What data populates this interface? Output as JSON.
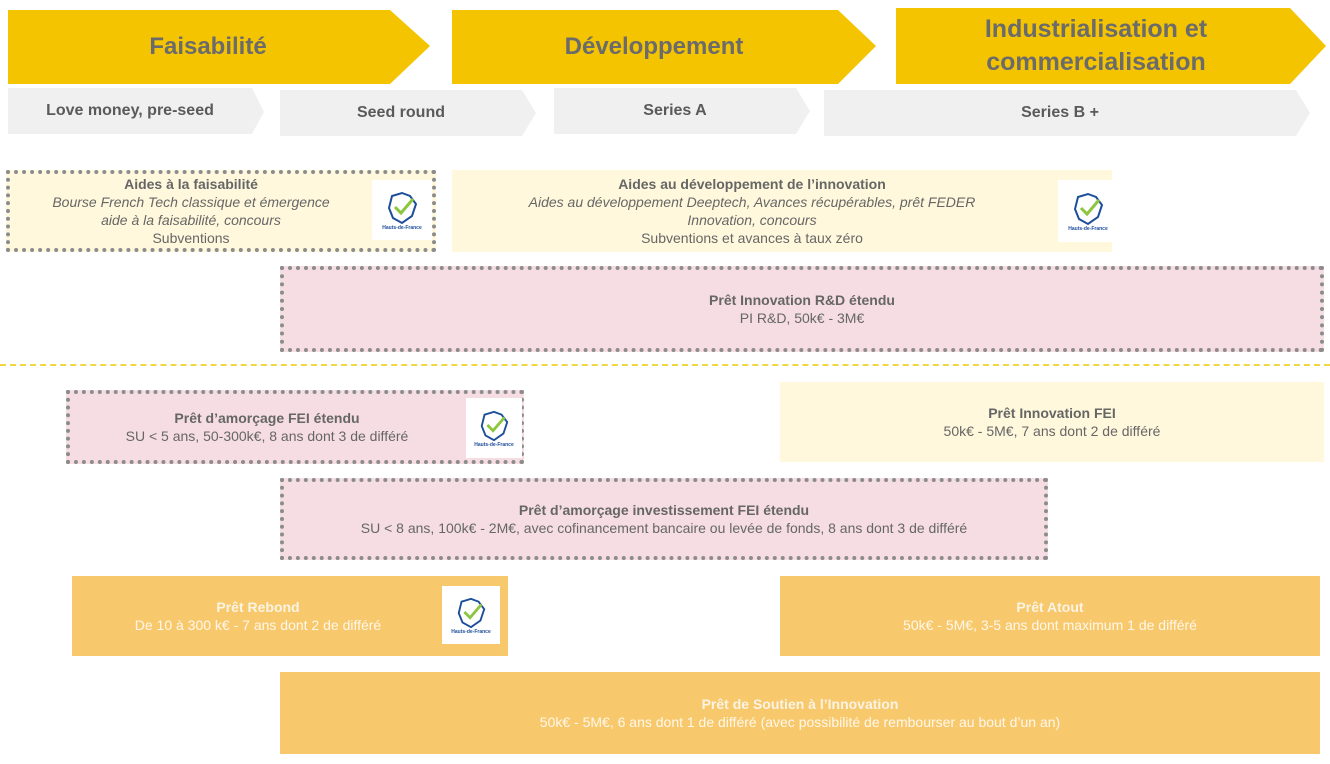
{
  "stages": [
    {
      "label": "Faisabilité"
    },
    {
      "label": "Développement"
    },
    {
      "label": "Industrialisation et commercialisation"
    }
  ],
  "rounds": [
    {
      "label": "Love money, pre-seed"
    },
    {
      "label": "Seed round"
    },
    {
      "label": "Series A"
    },
    {
      "label": "Series B +"
    }
  ],
  "boxes": {
    "aides_faisabilite": {
      "title": "Aides à la faisabilité",
      "lines": [
        "Bourse French Tech classique et émergence",
        "aide à la faisabilité, concours",
        "Subventions"
      ]
    },
    "aides_developpement": {
      "title": "Aides au développement de l’innovation",
      "lines": [
        "Aides au développement Deeptech, Avances récupérables, prêt FEDER",
        "Innovation, concours",
        "Subventions et avances à taux zéro"
      ]
    },
    "pret_innovation_rd": {
      "title": "Prêt Innovation R&D étendu",
      "lines": [
        "PI R&D, 50k€ - 3M€"
      ]
    },
    "pret_amorcage_fei": {
      "title": "Prêt d’amorçage FEI étendu",
      "lines": [
        "SU < 5 ans, 50-300k€, 8 ans dont 3 de différé"
      ]
    },
    "pret_innovation_fei": {
      "title": "Prêt Innovation FEI",
      "lines": [
        "50k€ - 5M€, 7 ans dont 2 de différé"
      ]
    },
    "pret_amorcage_invest": {
      "title": "Prêt d’amorçage investissement FEI étendu",
      "lines": [
        "SU < 8 ans, 100k€ - 2M€, avec cofinancement bancaire ou levée de fonds, 8 ans dont 3 de différé"
      ]
    },
    "pret_rebond": {
      "title": "Prêt Rebond",
      "lines": [
        "De 10 à 300 k€ - 7 ans dont 2 de différé"
      ]
    },
    "pret_atout": {
      "title": "Prêt Atout",
      "lines": [
        "50k€ - 5M€, 3-5 ans dont maximum 1 de différé"
      ]
    },
    "pret_soutien": {
      "title": "Prêt de Soutien à l’Innovation",
      "lines": [
        "50k€ - 5M€, 6 ans dont 1 de différé (avec possibilité de rembourser au bout d’un an)"
      ]
    }
  },
  "logo": {
    "caption": "Hauts-de-France",
    "icon": "region-hauts-de-france-icon"
  },
  "colors": {
    "chevron": "#f5c400",
    "round_arrow": "#f0f0f0",
    "yellow_box": "#fff8dc",
    "pink_box": "#f5dde3",
    "orange_box": "#f8c96c",
    "separator": "#f2d642"
  }
}
